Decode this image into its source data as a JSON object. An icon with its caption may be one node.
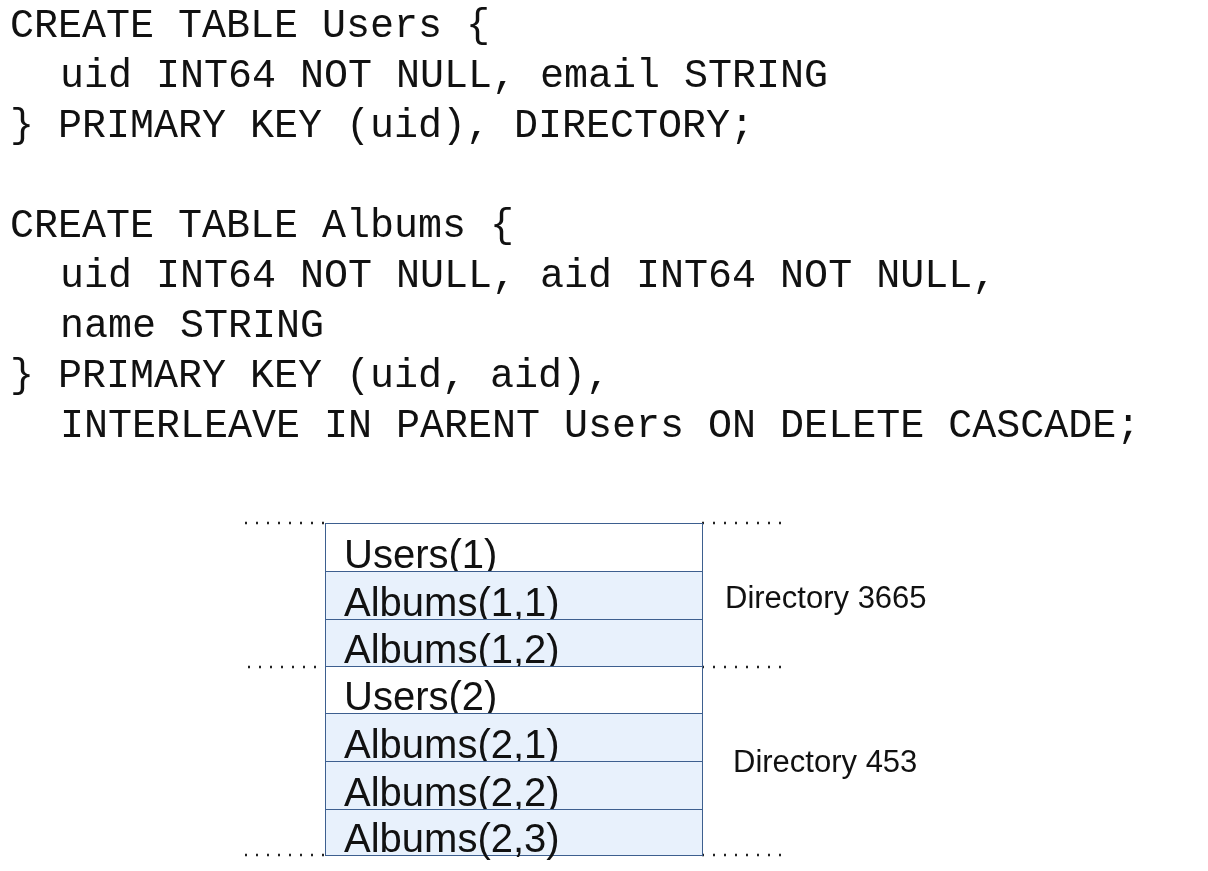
{
  "diagram": {
    "nodes": [
      {
        "text": [
          "Users(1)"
        ]
      },
      {
        "text": [
          "Albums(1,1)"
        ]
      },
      {
        "text": [
          "Albums(1,2)"
        ]
      },
      {
        "text": [
          "Users(2)"
        ]
      },
      {
        "text": [
          "Albums(2,1)"
        ]
      },
      {
        "text": [
          "Albums(2,2)"
        ]
      },
      {
        "text": [
          "Albums(2,3)"
        ]
      }
    ],
    "labels": [
      "CREATE TABLE Users {",
      "uid INT64 NOT NULL, email STRING",
      "} PRIMARY KEY (uid), DIRECTORY;",
      "CREATE TABLE Albums {",
      "uid INT64 NOT NULL, aid INT64 NOT NULL,",
      "name STRING",
      "} PRIMARY KEY (uid, aid),",
      "INTERLEAVE IN PARENT Users ON DELETE CASCADE;",
      "Directory 3665",
      "Directory 453"
    ]
  }
}
